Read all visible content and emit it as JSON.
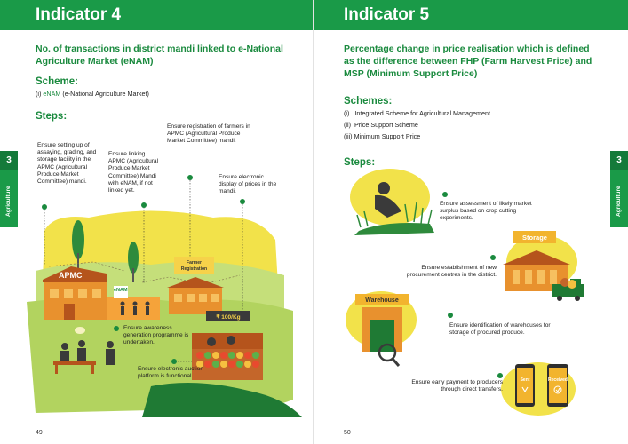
{
  "left_page": {
    "header": "Indicator 4",
    "title": "No. of transactions in district mandi linked to e-National Agriculture Market (eNAM)",
    "scheme_heading": "Scheme:",
    "scheme_prefix": "(i) ",
    "scheme_name": "eNAM",
    "scheme_rest": " (e-National Agriculture Market)",
    "steps_heading": "Steps:",
    "steps": [
      "Ensure setting up of assaying, grading, and storage facility in the APMC (Agricultural Produce Market Committee) mandi.",
      "Ensure linking APMC (Agricultural Produce Market Committee) Mandi with eNAM, if not linked yet.",
      "Ensure registration of farmers in APMC (Agricultural Produce Market Committee) mandi.",
      "Ensure electronic display of prices in the mandi.",
      "Ensure awareness generation programme is undertaken.",
      "Ensure electronic auction platform is functional."
    ],
    "illustration_labels": {
      "apmc": "APMC",
      "enam": "eNAM",
      "farmer_registration": "Farmer Registration",
      "price_board": "₹ 100/Kg"
    },
    "page_number": "49"
  },
  "right_page": {
    "header": "Indicator 5",
    "title": "Percentage change in price realisation which is defined as the difference between FHP (Farm Harvest Price) and MSP (Minimum Support Price)",
    "schemes_heading": "Schemes:",
    "schemes": [
      "(i)   Integrated Scheme for Agricultural Management",
      "(ii)  Price Support Scheme",
      "(iii) Minimum Support Price"
    ],
    "steps_heading": "Steps:",
    "steps": [
      "Ensure assessment of likely market surplus based on crop cutting experiments.",
      "Ensure establishment of new procurement centres in the district.",
      "Ensure identification of warehouses for storage of procured produce.",
      "Ensure early payment to producers through direct transfers."
    ],
    "illustration_labels": {
      "storage": "Storage",
      "warehouse": "Warehouse",
      "sent": "Sent",
      "received": "Received"
    },
    "page_number": "50"
  },
  "side_tab": {
    "number": "3",
    "label": "Agriculture"
  },
  "colors": {
    "brand_green": "#1a9a48",
    "title_green": "#1a8a3e",
    "light_green": "#c5df7a",
    "yellow": "#f2e24a",
    "orange": "#e8912e",
    "dark": "#3a3a3a"
  }
}
